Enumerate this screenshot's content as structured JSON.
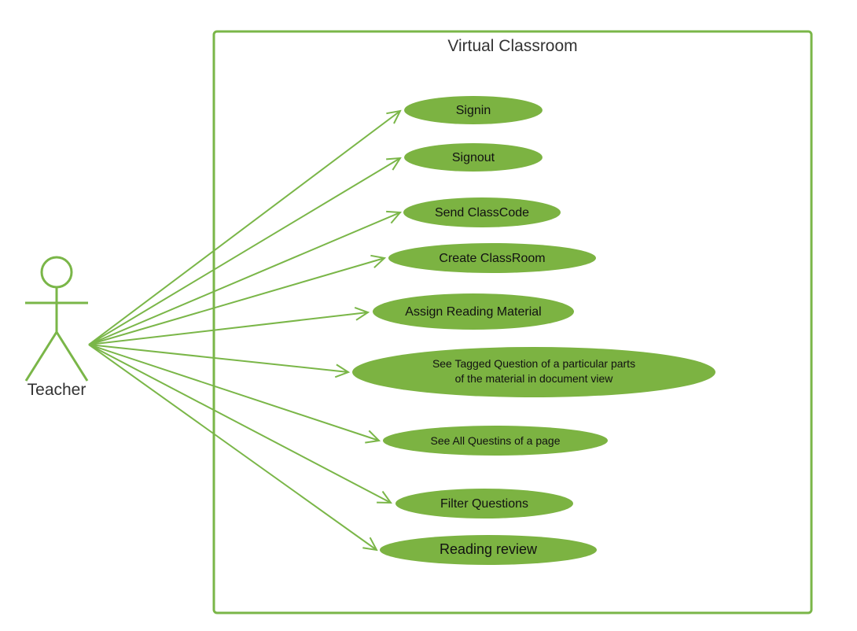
{
  "system": {
    "title": "Virtual Classroom"
  },
  "actor": {
    "name": "Teacher"
  },
  "colors": {
    "green": "#7cb342",
    "line": "#7ab648",
    "text": "#111111"
  },
  "use_cases": [
    {
      "id": "signin",
      "lines": [
        "Signin"
      ]
    },
    {
      "id": "signout",
      "lines": [
        "Signout"
      ]
    },
    {
      "id": "send-classcode",
      "lines": [
        "Send ClassCode"
      ]
    },
    {
      "id": "create-classroom",
      "lines": [
        "Create ClassRoom"
      ]
    },
    {
      "id": "assign-reading-material",
      "lines": [
        "Assign Reading Material"
      ]
    },
    {
      "id": "see-tagged-question",
      "lines": [
        "See Tagged Question of  a particular parts",
        "of the material in document view"
      ]
    },
    {
      "id": "see-all-questins",
      "lines": [
        "See All Questins of a page"
      ]
    },
    {
      "id": "filter-questions",
      "lines": [
        "Filter Questions"
      ]
    },
    {
      "id": "reading-review",
      "lines": [
        "Reading review"
      ]
    }
  ]
}
